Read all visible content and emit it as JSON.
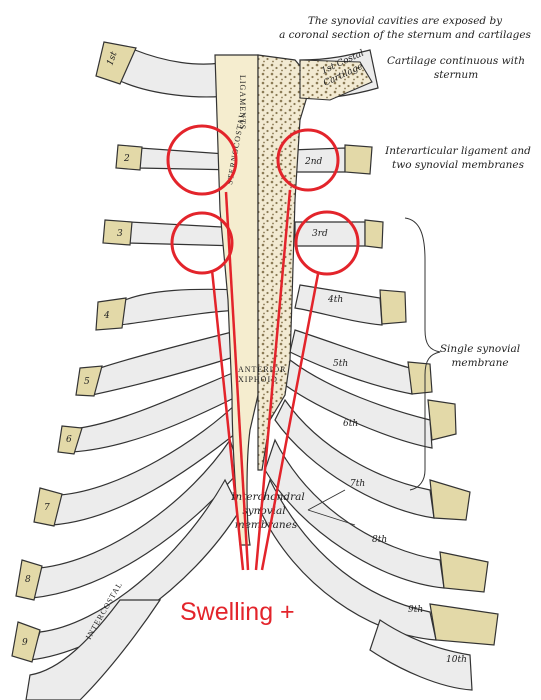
{
  "annotations": {
    "sternum_caption_line1": "The synovial cavities are exposed by",
    "sternum_caption_line2": "a coronal section of the sternum and cartilages",
    "cartilage_continuous_line1": "Cartilage continuous with",
    "cartilage_continuous_line2": "sternum",
    "interarticular_line1": "Interarticular ligament and",
    "interarticular_line2": "two synovial membranes",
    "single_synovial_line1": "Single synovial",
    "single_synovial_line2": "membrane",
    "interchondral_line1": "Interchondral",
    "interchondral_line2": "synovial",
    "interchondral_line3": "membranes",
    "costal_cartilage_line1": "1st Costal",
    "costal_cartilage_line2": "Cartilage",
    "ligaments_vertical": "LIGAMENTS",
    "sternocostal_vertical": "STERNOCOSTAL",
    "intercostal_vertical": "INTERCOSTAL",
    "xiphoid_line1": "ANTERIOR",
    "xiphoid_line2": "XIPHOID"
  },
  "rib_labels": {
    "left_1": "1st",
    "left_2": "2",
    "left_3": "3",
    "left_4": "4",
    "left_5": "5",
    "left_6": "6",
    "left_7": "7",
    "left_8": "8",
    "left_9": "9",
    "right_2": "2nd",
    "right_3": "3rd",
    "right_4": "4th",
    "right_5": "5th",
    "right_6": "6th",
    "right_7": "7th",
    "right_8": "8th",
    "right_9": "9th",
    "right_10": "10th"
  },
  "overlay": {
    "swelling_label": "Swelling +",
    "marker_color": "#e3242b"
  }
}
